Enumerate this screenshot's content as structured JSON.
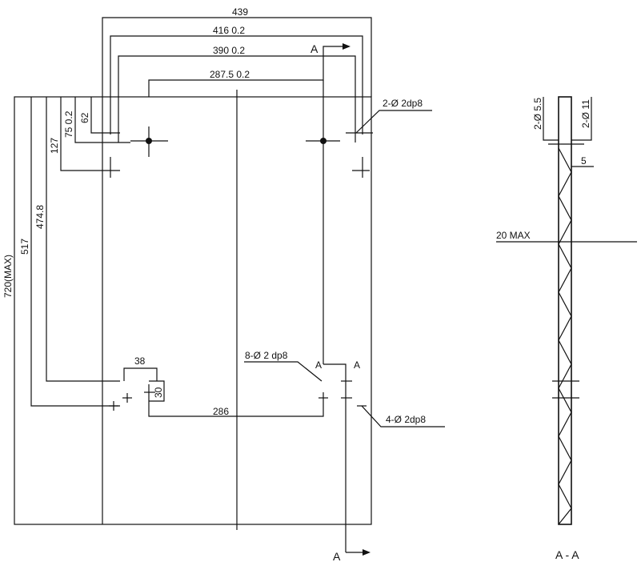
{
  "dimensions": {
    "top_439": "439",
    "top_416": "416 0.2",
    "top_390": "390 0.2",
    "top_287": "287.5 0.2",
    "left_62": "62",
    "left_75": "75 0.2",
    "left_127": "127",
    "left_474": "474.8",
    "left_517": "517",
    "left_720": "720(MAX)",
    "slot_38": "38",
    "slot_30": "30",
    "mid_286": "286"
  },
  "holes": {
    "top": "2-Ø 2dp8",
    "middle": "8-Ø 2 dp8",
    "lower": "4-Ø 2dp8"
  },
  "section": {
    "arrow_top": "A",
    "arrow_mid_left": "A",
    "arrow_mid_right": "A",
    "arrow_bottom": "A",
    "title": "A - A",
    "dia_55": "2-Ø 5.5",
    "dia_11": "2-Ø 11",
    "dim_5": "5",
    "dim_20": "20 MAX"
  }
}
